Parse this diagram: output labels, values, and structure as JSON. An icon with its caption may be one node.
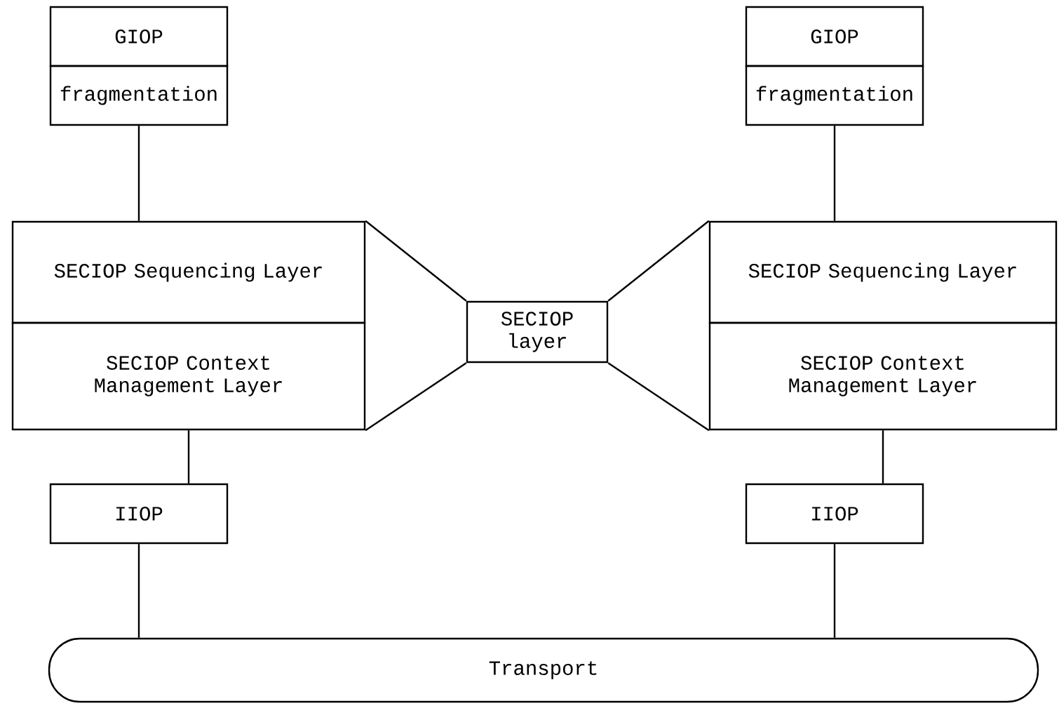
{
  "diagram": {
    "nodes": [
      {
        "text": [
          "GIOP"
        ]
      },
      {
        "text": [
          "fragmentation"
        ]
      },
      {
        "text": [
          "SECIOP Sequencing Layer"
        ]
      },
      {
        "text": [
          "SECIOP Context Management Layer"
        ]
      },
      {
        "text": [
          "IIOP"
        ]
      },
      {
        "text": [
          "SECIOP layer"
        ]
      },
      {
        "text": [
          "GIOP"
        ]
      },
      {
        "text": [
          "fragmentation"
        ]
      },
      {
        "text": [
          "SECIOP Sequencing Layer"
        ]
      },
      {
        "text": [
          "SECIOP Context Management Layer"
        ]
      },
      {
        "text": [
          "IIOP"
        ]
      },
      {
        "text": [
          "Transport"
        ]
      }
    ],
    "edges": [
      {
        "from": 1,
        "to": 2,
        "arrow": "none"
      },
      {
        "from": 3,
        "to": 4,
        "arrow": "none"
      },
      {
        "from": 4,
        "to": 11,
        "arrow": "none"
      },
      {
        "from": 7,
        "to": 8,
        "arrow": "none"
      },
      {
        "from": 9,
        "to": 10,
        "arrow": "none"
      },
      {
        "from": 10,
        "to": 11,
        "arrow": "none"
      },
      {
        "from": 2,
        "to": 5,
        "arrow": "none"
      },
      {
        "from": 3,
        "to": 5,
        "arrow": "none"
      },
      {
        "from": 5,
        "to": 8,
        "arrow": "none"
      },
      {
        "from": 5,
        "to": 9,
        "arrow": "none"
      }
    ]
  }
}
